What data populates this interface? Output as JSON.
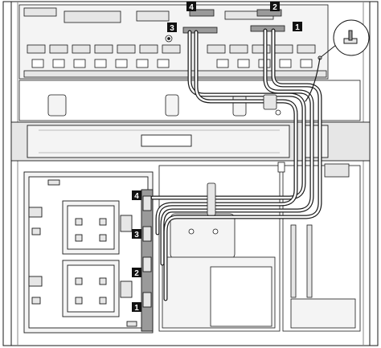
{
  "callouts": {
    "c1_top": "1",
    "c2_top": "2",
    "c3_top": "3",
    "c4_top": "4",
    "c1_bottom": "1",
    "c2_bottom": "2",
    "c3_bottom": "3",
    "c4_bottom": "4"
  },
  "colors": {
    "line": "#1a1a1a",
    "chassis": "#f4f4f4",
    "panel": "#e6e6e6",
    "connector_highlight": "#9a9a9a",
    "callout_bg": "#111111",
    "callout_text": "#ffffff",
    "cable_inner": "#ffffff"
  }
}
